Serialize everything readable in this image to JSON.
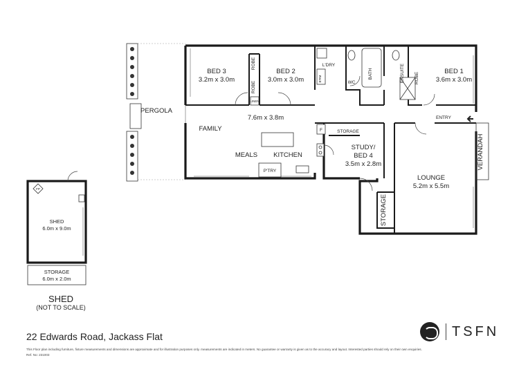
{
  "rooms": {
    "bed3": {
      "name": "BED 3",
      "size": "3.2m x 3.0m"
    },
    "bed2": {
      "name": "BED 2",
      "size": "3.0m x 3.0m"
    },
    "bed1": {
      "name": "BED 1",
      "size": "3.6m x 3.0m"
    },
    "family": {
      "name": "FAMILY",
      "size": "7.6m x 3.8m"
    },
    "meals": {
      "name": "MEALS"
    },
    "kitchen": {
      "name": "KITCHEN"
    },
    "study": {
      "name_line1": "STUDY/",
      "name_line2": "BED 4",
      "size": "3.5m x 2.8m"
    },
    "lounge": {
      "name": "LOUNGE",
      "size": "5.2m x 5.5m"
    },
    "shed": {
      "name": "SHED",
      "size": "6.0m x 9.0m"
    },
    "shed_storage": {
      "name": "STORAGE",
      "size": "6.0m x 2.0m"
    }
  },
  "labels": {
    "pergola": "PERGOLA",
    "verandah": "VERANDAH",
    "entry": "ENTRY",
    "laundry": "L'DRY",
    "bath": "BATH",
    "wc": "WC",
    "ensuite": "ENSUITE",
    "robe": "ROBE",
    "linen": "LINEN",
    "broom": "B'RM",
    "pantry": "P'TRY",
    "fridge": "F",
    "storage_hall": "STORAGE",
    "storage_side": "STORAGE",
    "fireplace": "FP"
  },
  "shed_caption": {
    "title": "SHED",
    "subtitle": "(NOT TO SCALE)"
  },
  "address": "22 Edwards Road, Jackass Flat",
  "disclaimer": "This Floor plan including furniture, fixture measurements and dimensions are approximate and for illustration purposes only. measurements are indicated in meters. No guarantee or warranty is given as to the accuracy and layout. Interested parties should rely on their own enquiries.",
  "reference": "Ref. No: 231003",
  "logo": {
    "brand": "TSFN",
    "icon": "tsfn-swirl-logo-icon"
  }
}
